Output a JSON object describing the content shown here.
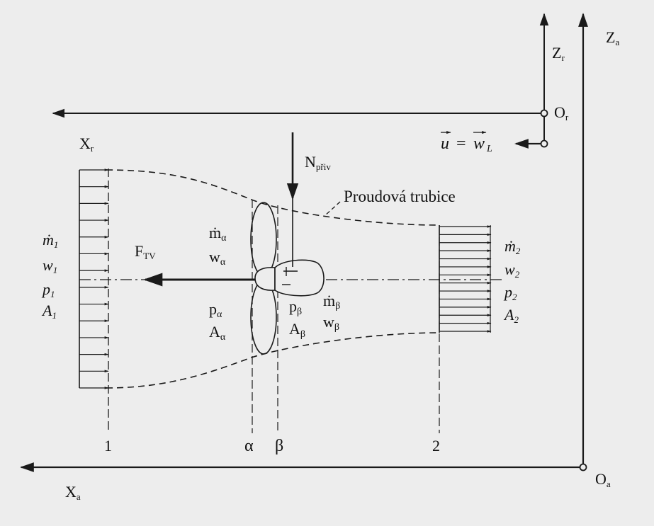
{
  "labels": {
    "za": {
      "main": "Z",
      "sub": "a"
    },
    "zr": {
      "main": "Z",
      "sub": "r"
    },
    "or": {
      "main": "O",
      "sub": "r"
    },
    "oa": {
      "main": "O",
      "sub": "a"
    },
    "xr": {
      "main": "X",
      "sub": "r"
    },
    "xa": {
      "main": "X",
      "sub": "a"
    },
    "u_eq_w": {
      "u": "u",
      "eq": " = ",
      "w": "w",
      "sub": "L"
    },
    "n_priv": {
      "main": "N",
      "sub": "přiv"
    },
    "tube": "Proudová trubice",
    "ftv": {
      "main": "F",
      "sub": "TV"
    },
    "station1": {
      "m": {
        "main": "ṁ",
        "sub": "1"
      },
      "w": {
        "main": "w",
        "sub": "1"
      },
      "p": {
        "main": "p",
        "sub": "1"
      },
      "a": {
        "main": "A",
        "sub": "1"
      }
    },
    "station2": {
      "m": {
        "main": "ṁ",
        "sub": "2"
      },
      "w": {
        "main": "w",
        "sub": "2"
      },
      "p": {
        "main": "p",
        "sub": "2"
      },
      "a": {
        "main": "A",
        "sub": "2"
      }
    },
    "alpha_top": {
      "m": {
        "main": "ṁ",
        "sub": "α"
      },
      "w": {
        "main": "w",
        "sub": "α"
      }
    },
    "alpha_bottom": {
      "p": {
        "main": "p",
        "sub": "α"
      },
      "a": {
        "main": "A",
        "sub": "α"
      }
    },
    "beta": {
      "p": {
        "main": "p",
        "sub": "β"
      },
      "a": {
        "main": "A",
        "sub": "β"
      },
      "m": {
        "main": "ṁ",
        "sub": "β"
      },
      "w": {
        "main": "w",
        "sub": "β"
      }
    },
    "sections": {
      "s1": "1",
      "alpha": "α",
      "beta": "β",
      "s2": "2"
    }
  }
}
